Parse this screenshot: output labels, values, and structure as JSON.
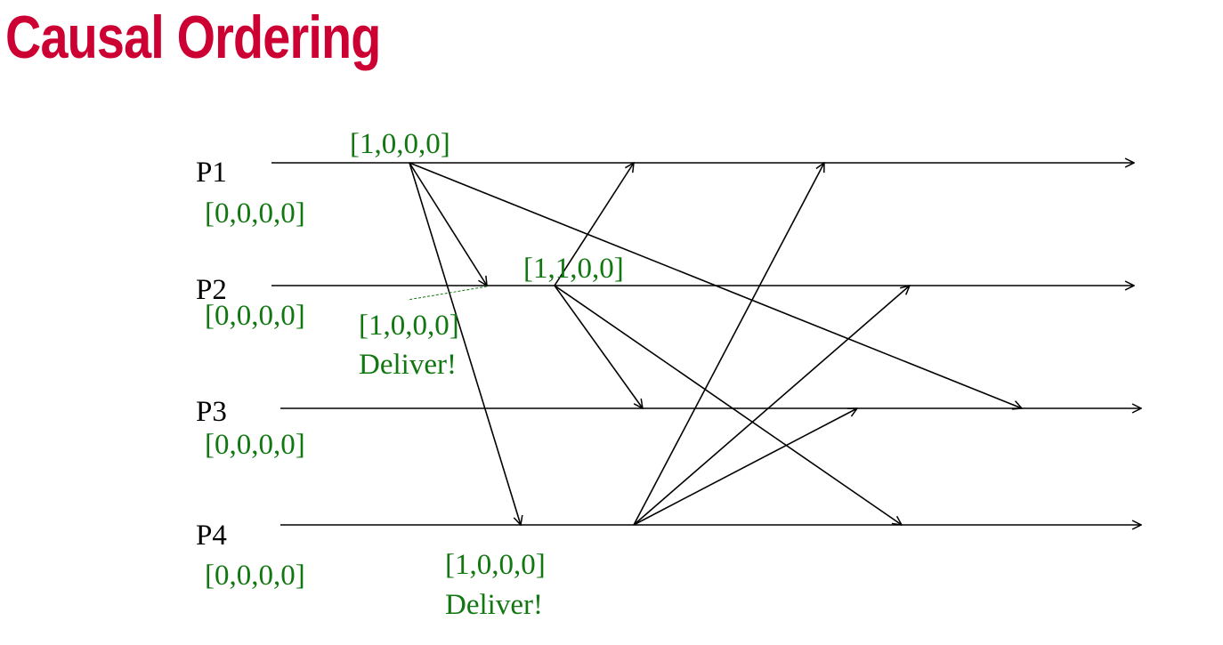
{
  "title": "Causal Ordering",
  "colors": {
    "title": "#cc0033",
    "vector_clock_text": "#117711",
    "lines": "#000000"
  },
  "processes": [
    {
      "id": "p1",
      "name": "P1",
      "initial_clock": "[0,0,0,0]"
    },
    {
      "id": "p2",
      "name": "P2",
      "initial_clock": "[0,0,0,0]"
    },
    {
      "id": "p3",
      "name": "P3",
      "initial_clock": "[0,0,0,0]"
    },
    {
      "id": "p4",
      "name": "P4",
      "initial_clock": "[0,0,0,0]"
    }
  ],
  "annotations": {
    "p1_send_clock": "[1,0,0,0]",
    "p2_send_clock": "[1,1,0,0]",
    "p2_receive_clock": "[1,0,0,0]",
    "p2_receive_status": "Deliver!",
    "p4_receive_clock": "[1,0,0,0]",
    "p4_receive_status": "Deliver!"
  },
  "messages": [
    {
      "from": "P1",
      "to": "P2"
    },
    {
      "from": "P1",
      "to": "P3"
    },
    {
      "from": "P1",
      "to": "P4"
    },
    {
      "from": "P2",
      "to": "P1"
    },
    {
      "from": "P2",
      "to": "P3"
    },
    {
      "from": "P2",
      "to": "P4"
    },
    {
      "from": "P4",
      "to": "P1"
    },
    {
      "from": "P4",
      "to": "P2"
    },
    {
      "from": "P4",
      "to": "P3"
    }
  ]
}
